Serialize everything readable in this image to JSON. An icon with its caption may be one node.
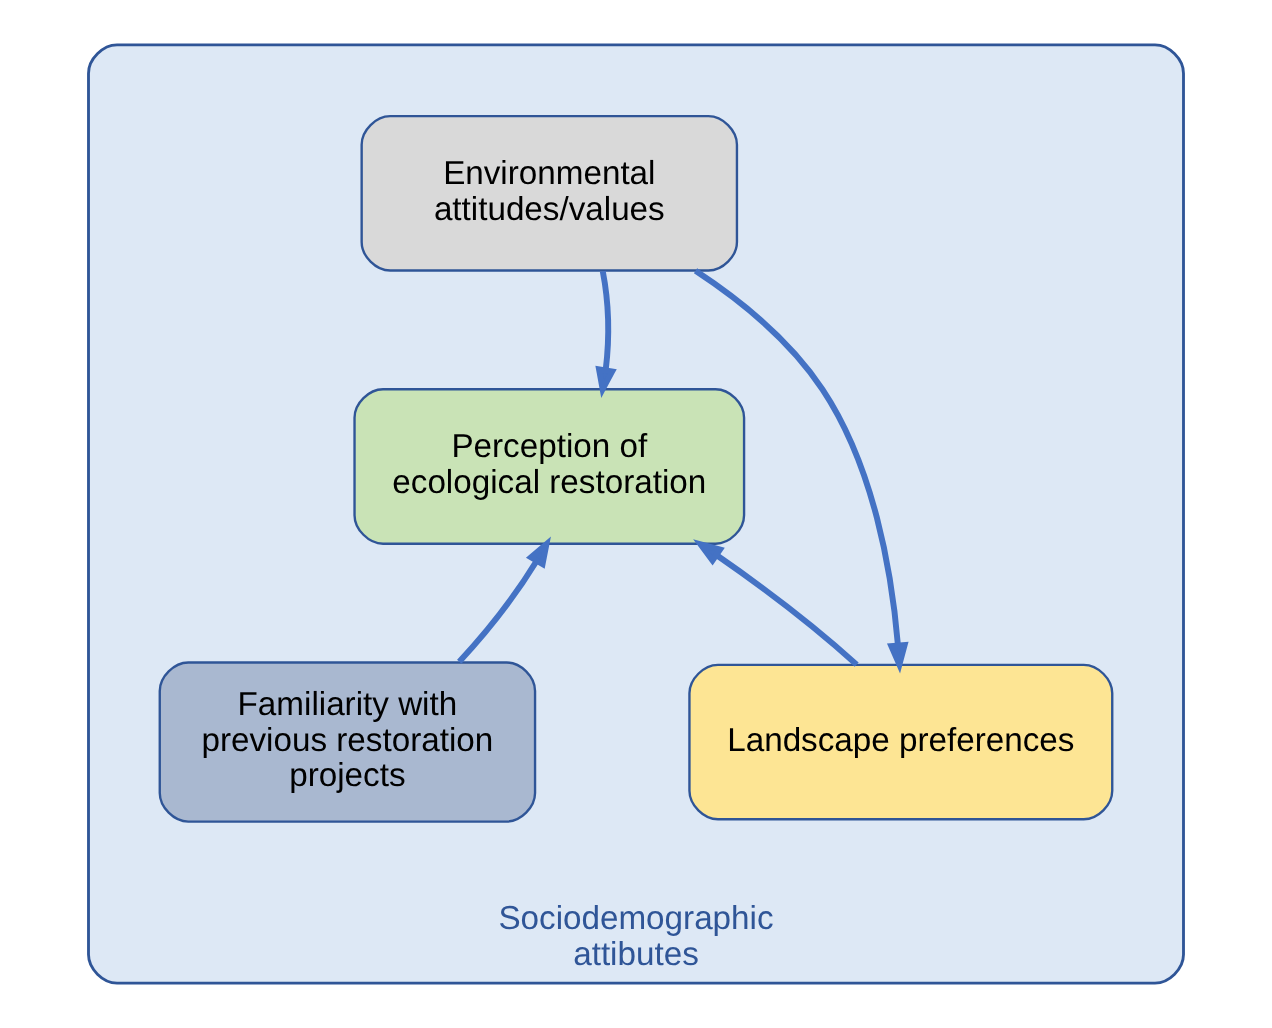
{
  "diagram": {
    "nodes": [
      {
        "text": [
          "Sociodemographic attibutes"
        ]
      },
      {
        "text": [
          "Environmental attitudes/values"
        ],
        "in": 0
      },
      {
        "text": [
          "Perception of ecological restoration"
        ],
        "in": 0
      },
      {
        "text": [
          "Familiarity with previous restoration projects"
        ],
        "in": 0
      },
      {
        "text": [
          "Landscape preferences"
        ],
        "in": 0
      }
    ],
    "edges": [
      {
        "from": 1,
        "to": 2,
        "arrow": "to"
      },
      {
        "from": 1,
        "to": 4,
        "arrow": "to"
      },
      {
        "from": 3,
        "to": 2,
        "arrow": "to"
      },
      {
        "from": 4,
        "to": 2,
        "arrow": "to"
      }
    ]
  }
}
